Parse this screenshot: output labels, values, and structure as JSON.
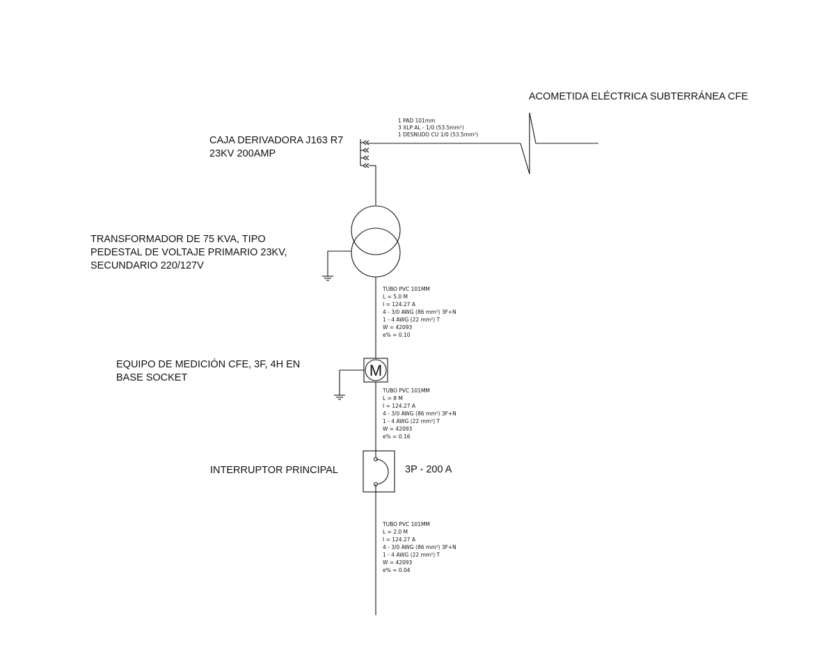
{
  "labels": {
    "acometida": "ACOMETIDA ELÉCTRICA SUBTERRÁNEA CFE",
    "caja_line1": "CAJA DERIVADORA J163 R7",
    "caja_line2": "23KV 200AMP",
    "transformador_line1": "TRANSFORMADOR DE 75 KVA, TIPO",
    "transformador_line2": "PEDESTAL DE VOLTAJE PRIMARIO 23KV,",
    "transformador_line3": "SECUNDARIO 220/127V",
    "medicion_line1": "EQUIPO DE MEDICIÓN CFE, 3F, 4H EN",
    "medicion_line2": "BASE SOCKET",
    "meter_letter": "M",
    "interruptor": "INTERRUPTOR PRINCIPAL",
    "interruptor_rating": "3P - 200 A"
  },
  "acometida_cable": [
    "1 PAD 101mm",
    "3 XLP AL - 1/0 (53.5mm²)",
    "1 DESNUDO CU 1/0 (53.5mm²)"
  ],
  "tramo_1": [
    "TUBO PVC 101MM",
    "L = 5.0 M",
    "I = 124.27 A",
    "4 - 3/0 AWG (86 mm²) 3F+N",
    "1 - 4 AWG (22 mm²) T",
    "W = 42093",
    "e% = 0.10"
  ],
  "tramo_2": [
    "TUBO PVC 101MM",
    "L = 8 M",
    "I = 124.27 A",
    "4 - 3/0 AWG (86 mm²) 3F+N",
    "1 - 4 AWG (22 mm²) T",
    "W = 42093",
    "e% = 0.16"
  ],
  "tramo_3": [
    "TUBO PVC 101MM",
    "L = 2.0 M",
    "I = 124.27 A",
    "4 - 3/0 AWG (86 mm²) 3F+N",
    "1 - 4 AWG (22 mm²) T",
    "W = 42093",
    "e% = 0.04"
  ],
  "colors": {
    "line": "#111111",
    "background": "#ffffff"
  }
}
